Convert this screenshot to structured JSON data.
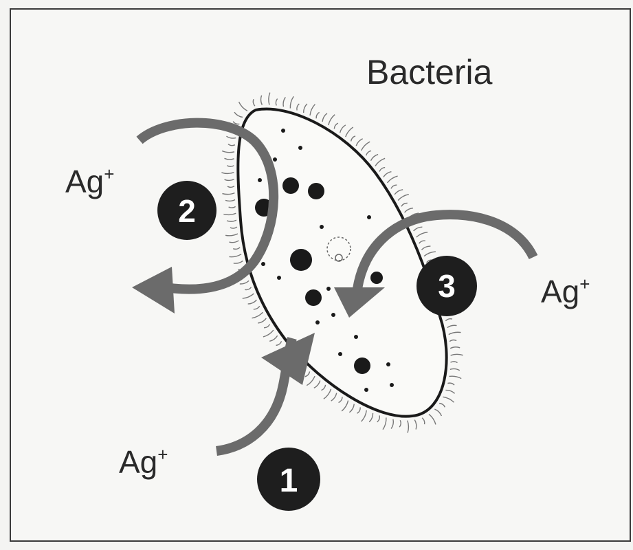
{
  "title": "Bacteria",
  "ion_label": "Ag",
  "ion_charge": "+",
  "steps": [
    {
      "number": "1",
      "ion": "Ag",
      "charge": "+"
    },
    {
      "number": "2",
      "ion": "Ag",
      "charge": "+"
    },
    {
      "number": "3",
      "ion": "Ag",
      "charge": "+"
    }
  ],
  "colors": {
    "arrow": "#6b6b6b",
    "badge": "#1e1e1e",
    "outline": "#1a1a1a",
    "background": "#f7f7f5"
  }
}
